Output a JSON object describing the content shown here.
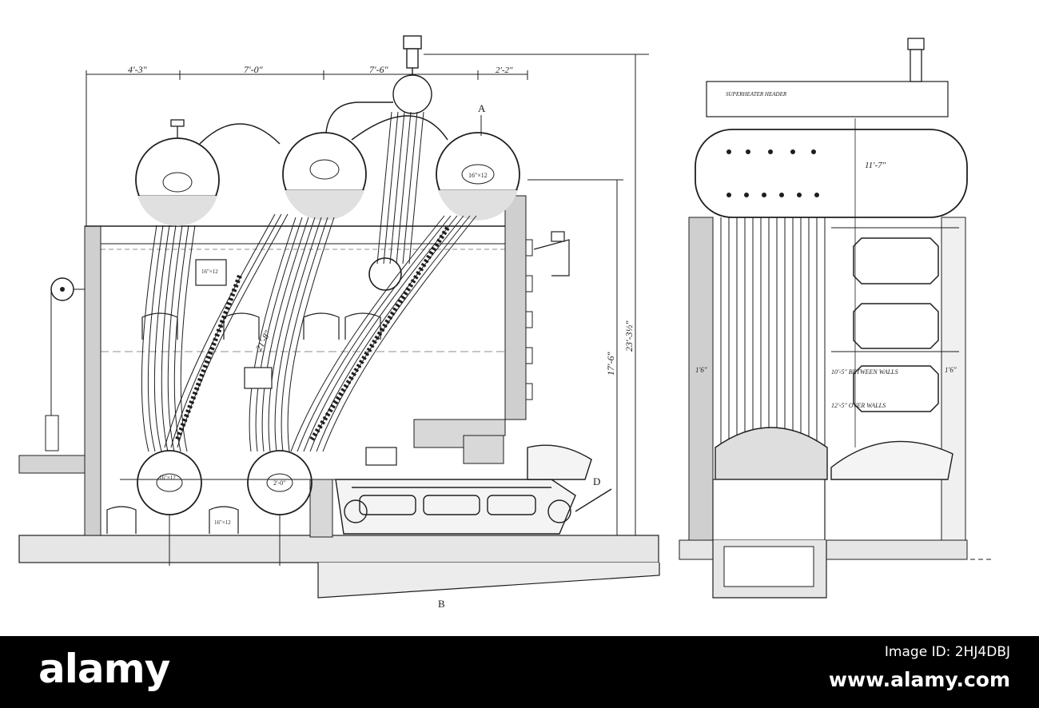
{
  "drawing": {
    "side_elevation": {
      "dimensions": {
        "top_1": "4'-3\"",
        "top_2": "7'-0\"",
        "top_3": "7'-6\"",
        "top_4": "2'-2\"",
        "diag": "21'-8\"",
        "height_1": "17'-6\"",
        "height_2": "23'-3½\""
      },
      "section_marks": {
        "a": "A",
        "b": "B",
        "d": "D"
      },
      "drum_labels": {
        "top_right": "16\"×12",
        "mud_left": "16\"×12",
        "mud_right": "2'-0\"",
        "door_1": "16\"×12",
        "door_2": "16\"×12"
      }
    },
    "front_section": {
      "labels": {
        "header": "SUPERHEATER HEADER",
        "height": "11'-7\"",
        "between_walls": "10'-5\" BETWEEN WALLS",
        "over_walls": "12'-5\" OVER WALLS",
        "side_left": "1'6\"",
        "side_right": "1'6\""
      }
    }
  },
  "footer": {
    "brand": "alamy",
    "image_id": "Image ID: 2HJ4DBJ",
    "url": "www.alamy.com",
    "background_color": "#000000",
    "text_color": "#ffffff"
  }
}
